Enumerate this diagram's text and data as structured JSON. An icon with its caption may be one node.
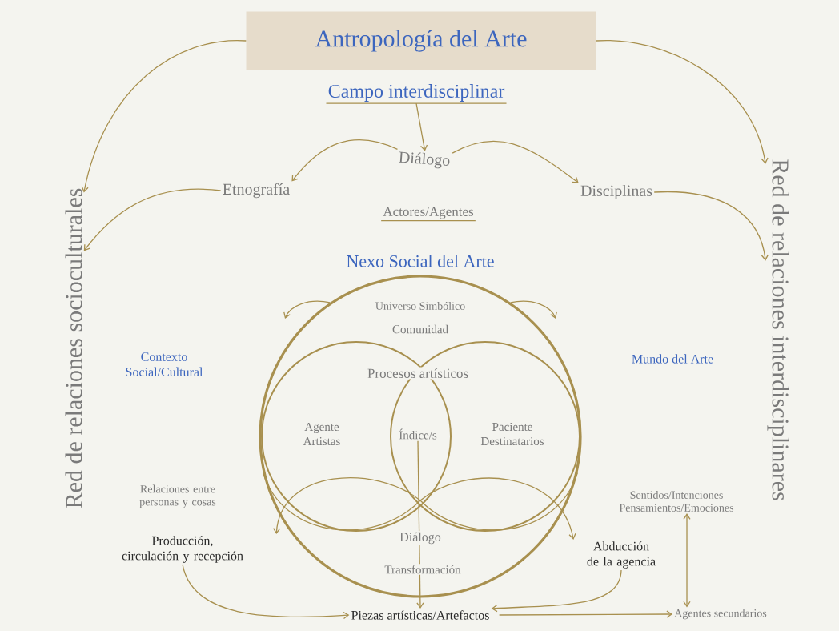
{
  "diagram": {
    "nodes": [
      {
        "text": [
          "Antropología del Arte"
        ]
      },
      {
        "text": [
          "Campo interdisciplinar"
        ]
      },
      {
        "text": [
          "Diálogo"
        ]
      },
      {
        "text": [
          "Etnografía"
        ]
      },
      {
        "text": [
          "Disciplinas"
        ]
      },
      {
        "text": [
          "Actores/Agentes"
        ]
      },
      {
        "text": [
          "Red de relaciones socioculturales"
        ]
      },
      {
        "text": [
          "Red de relaciones interdisciplinares"
        ]
      },
      {
        "text": [
          "Nexo Social del Arte",
          "Universo Simbólico",
          "Comunidad",
          "Diálogo",
          "Transformación"
        ]
      },
      {
        "text": [
          "Agente Artistas"
        ],
        "in": 8
      },
      {
        "text": [
          "Paciente Destinatarios"
        ],
        "in": 8
      },
      {
        "text": [
          "Índice/s"
        ],
        "in": 8
      },
      {
        "text": [
          "Contexto Social/Cultural"
        ]
      },
      {
        "text": [
          "Mundo del Arte"
        ]
      },
      {
        "text": [
          "Producción, circulación y recepción"
        ]
      },
      {
        "text": [
          "Abducción de la agencia"
        ]
      },
      {
        "text": [
          "Piezas artísticas/Artefactos"
        ]
      },
      {
        "text": [
          "Sentidos/Intenciones Pensamientos/Emociones"
        ]
      },
      {
        "text": [
          "Agentes secundarios"
        ]
      }
    ],
    "edges": [
      {
        "from": 0,
        "to": 6,
        "arrow": "to"
      },
      {
        "from": 0,
        "to": 7,
        "arrow": "to"
      },
      {
        "from": 1,
        "to": 2,
        "arrow": "to"
      },
      {
        "from": 2,
        "to": 3,
        "arrow": "to"
      },
      {
        "from": 2,
        "to": 4,
        "arrow": "to"
      },
      {
        "from": 3,
        "to": 6,
        "arrow": "to"
      },
      {
        "from": 4,
        "to": 7,
        "arrow": "to"
      },
      {
        "from": 8,
        "to": null,
        "arrow": "to"
      },
      {
        "from": 8,
        "to": null,
        "arrow": "to"
      },
      {
        "from": 8,
        "to": 14,
        "arrow": "to"
      },
      {
        "from": 8,
        "to": 15,
        "arrow": "to"
      },
      {
        "from": 11,
        "to": 16,
        "arrow": "to"
      },
      {
        "from": 14,
        "to": 16,
        "arrow": "to"
      },
      {
        "from": 15,
        "to": 16,
        "arrow": "to"
      },
      {
        "from": 16,
        "to": 18,
        "arrow": "to"
      },
      {
        "from": 17,
        "to": 18,
        "arrow": "both"
      }
    ],
    "labels": [
      "Procesos artísticos",
      "Relaciones entre personas y cosas"
    ]
  }
}
